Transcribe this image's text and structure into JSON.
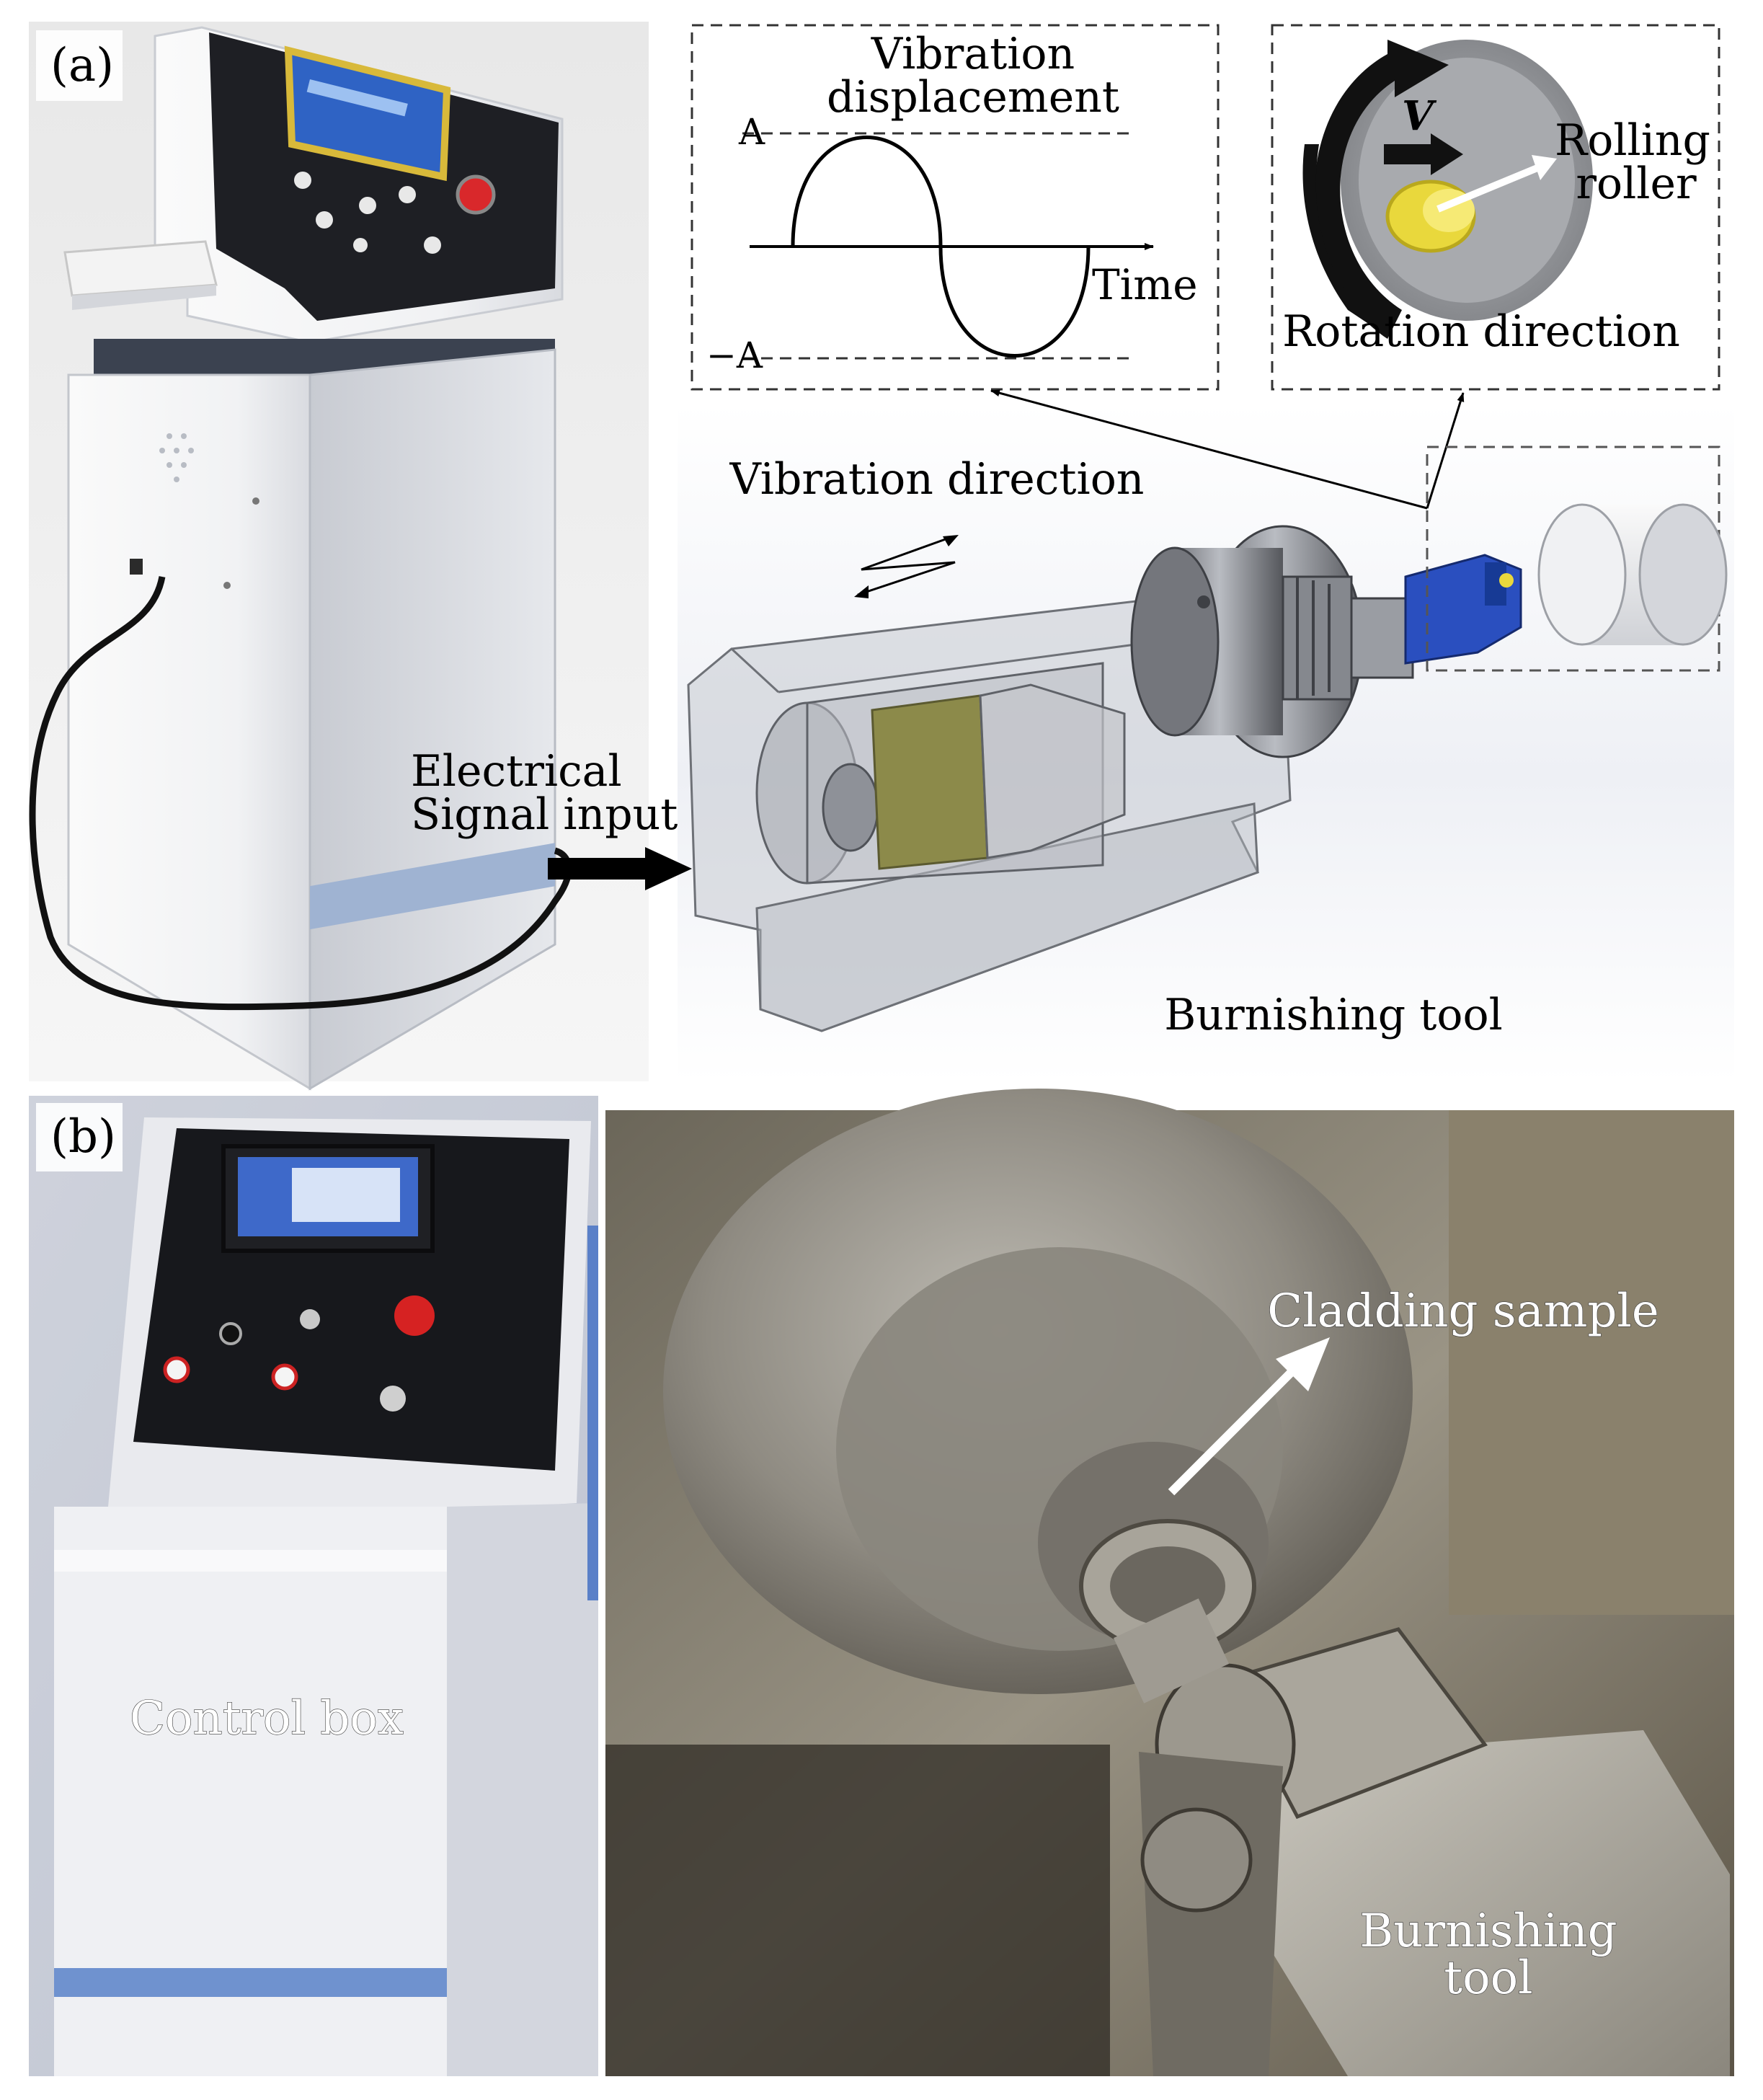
{
  "panel_a": {
    "tag": "(a)",
    "waveform": {
      "title_line1": "Vibration",
      "title_line2": "displacement",
      "amp_pos": "A",
      "amp_neg": "−A",
      "axis": "Time"
    },
    "roller_inset": {
      "velocity": "V",
      "roller_line1": "Rolling",
      "roller_line2": "roller",
      "rotation": "Rotation direction"
    },
    "vibration_direction": "Vibration direction",
    "signal_line1": "Electrical",
    "signal_line2": "Signal input",
    "tool": "Burnishing tool"
  },
  "panel_b": {
    "tag": "(b)",
    "control_box": "Control box",
    "sample": "Cladding sample",
    "tool_line1": "Burnishing",
    "tool_line2": "tool"
  },
  "colors": {
    "cabinet": "#f4f5f7",
    "panel_dark": "#1e1f24",
    "screen": "#2f63c4",
    "roller": "#e9d83c",
    "clamp_blue": "#2a4fbf",
    "lathe_metal": "#8f8b82",
    "lathe_dark": "#3f3a30"
  }
}
